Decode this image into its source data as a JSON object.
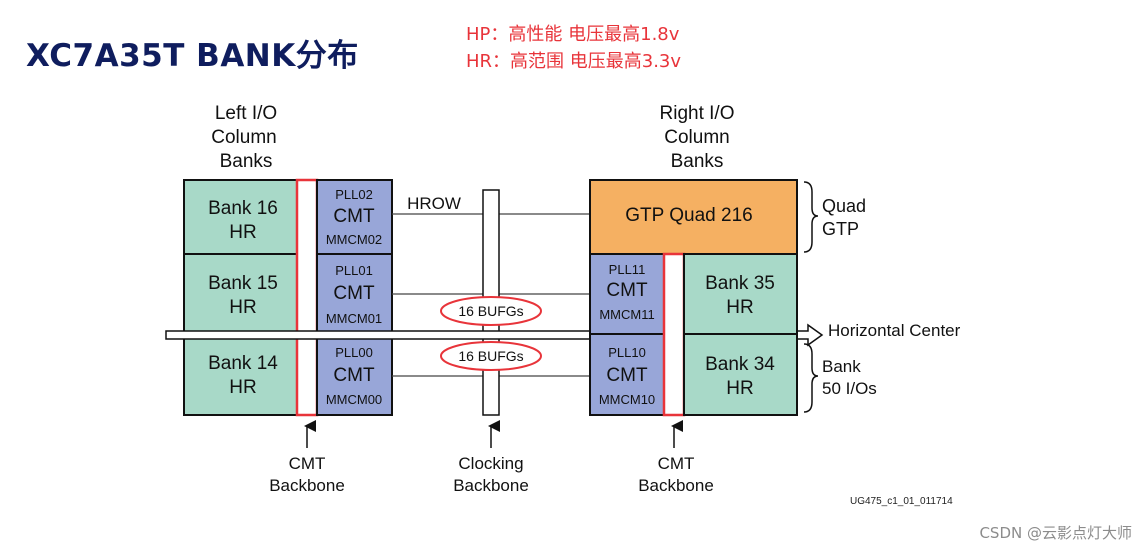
{
  "title": "XC7A35T BANK分布",
  "notes": {
    "hp": "HP：高性能 电压最高1.8v",
    "hr": "HR：高范围  电压最高3.3v"
  },
  "columns": {
    "left": [
      "Left I/O",
      "Column",
      "Banks"
    ],
    "right": [
      "Right I/O",
      "Column",
      "Banks"
    ]
  },
  "left_banks": [
    {
      "name": "Bank 16",
      "type": "HR"
    },
    {
      "name": "Bank 15",
      "type": "HR"
    },
    {
      "name": "Bank 14",
      "type": "HR"
    }
  ],
  "left_cmts": [
    {
      "pll": "PLL02",
      "cmt": "CMT",
      "mmcm": "MMCM02"
    },
    {
      "pll": "PLL01",
      "cmt": "CMT",
      "mmcm": "MMCM01"
    },
    {
      "pll": "PLL00",
      "cmt": "CMT",
      "mmcm": "MMCM00"
    }
  ],
  "gtp": {
    "label": "GTP Quad 216"
  },
  "right_cmts": [
    {
      "pll": "PLL11",
      "cmt": "CMT",
      "mmcm": "MMCM11"
    },
    {
      "pll": "PLL10",
      "cmt": "CMT",
      "mmcm": "MMCM10"
    }
  ],
  "right_banks": [
    {
      "name": "Bank  35",
      "type": "HR"
    },
    {
      "name": "Bank 34",
      "type": "HR"
    }
  ],
  "hrow": "HROW",
  "bufgs": [
    "16 BUFGs",
    "16 BUFGs"
  ],
  "horizontal_center": "Horizontal Center",
  "side_labels": {
    "quad": [
      "Quad",
      "GTP"
    ],
    "bank": [
      "Bank",
      "50 I/Os"
    ]
  },
  "bottom_labels": {
    "cmt_left": [
      "CMT",
      "Backbone"
    ],
    "clocking": [
      "Clocking",
      "Backbone"
    ],
    "cmt_right": [
      "CMT",
      "Backbone"
    ]
  },
  "reference": "UG475_c1_01_011714",
  "watermark": "CSDN @云影点灯大师",
  "colors": {
    "bank": "#a8d9c8",
    "cmt": "#98a6d8",
    "gtp": "#f5b062",
    "backbone": "#e8343a",
    "title": "#0f1d5e"
  }
}
